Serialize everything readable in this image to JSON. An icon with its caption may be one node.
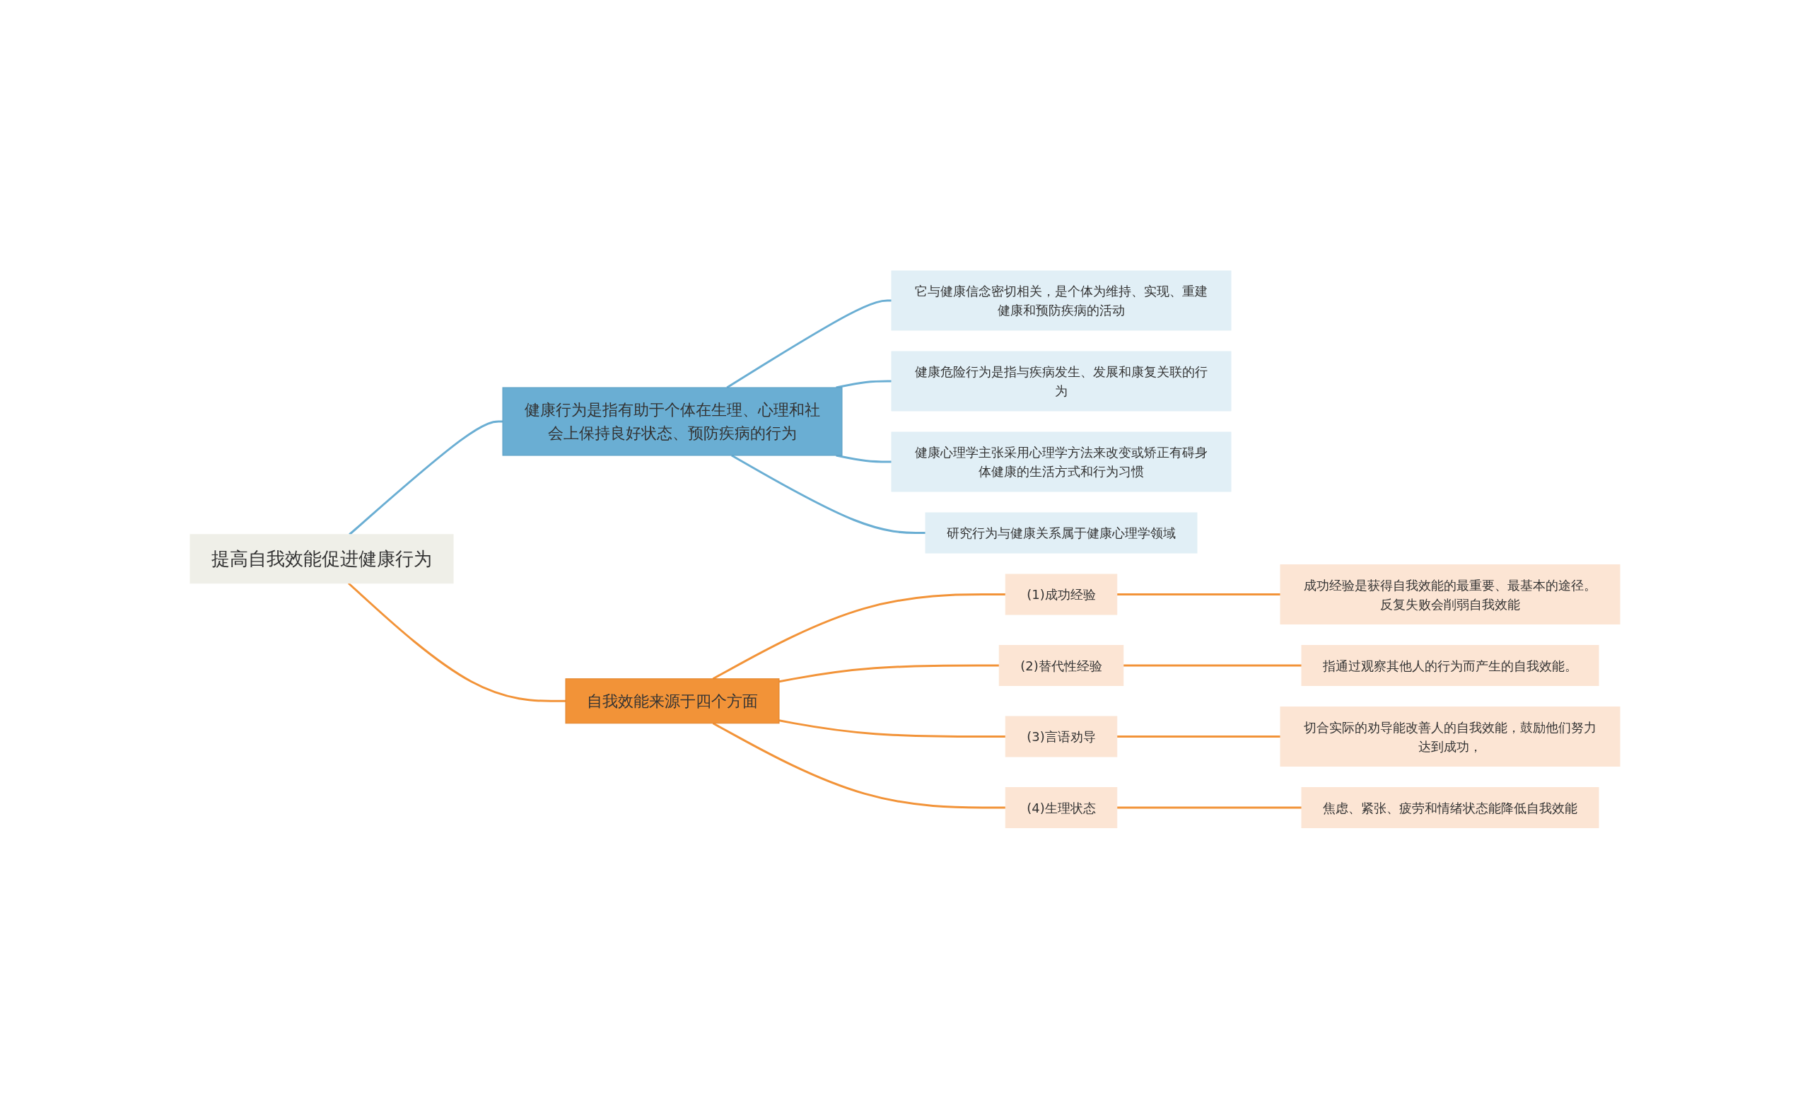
{
  "diagram": {
    "nodes": [
      {
        "text": [
          "提高自我效能促进健康行为"
        ]
      },
      {
        "text": [
          "健康行为是指有助于个体在生理、心理和社会上保持良好状态、预防疾病的行为"
        ]
      },
      {
        "text": [
          "它与健康信念密切相关，是个体为维持、实现、重建健康和预防疾病的活动"
        ]
      },
      {
        "text": [
          "健康危险行为是指与疾病发生、发展和康复关联的行为"
        ]
      },
      {
        "text": [
          "健康心理学主张采用心理学方法来改变或矫正有碍身体健康的生活方式和行为习惯"
        ]
      },
      {
        "text": [
          "研究行为与健康关系属于健康心理学领域"
        ]
      },
      {
        "text": [
          "自我效能来源于四个方面"
        ]
      },
      {
        "text": [
          "(1)成功经验"
        ]
      },
      {
        "text": [
          "成功经验是获得自我效能的最重要、最基本的途径。反复失败会削弱自我效能"
        ]
      },
      {
        "text": [
          "(2)替代性经验"
        ]
      },
      {
        "text": [
          "指通过观察其他人的行为而产生的自我效能。"
        ]
      },
      {
        "text": [
          "(3)言语劝导"
        ]
      },
      {
        "text": [
          "切合实际的劝导能改善人的自我效能，鼓励他们努力达到成功，"
        ]
      },
      {
        "text": [
          "(4)生理状态"
        ]
      },
      {
        "text": [
          "焦虑、紧张、疲劳和情绪状态能降低自我效能"
        ]
      }
    ],
    "edges": [
      {
        "from": 0,
        "to": 1,
        "arrow": "none",
        "color": "#6aaed3"
      },
      {
        "from": 1,
        "to": 2,
        "arrow": "none",
        "color": "#6aaed3"
      },
      {
        "from": 1,
        "to": 3,
        "arrow": "none",
        "color": "#6aaed3"
      },
      {
        "from": 1,
        "to": 4,
        "arrow": "none",
        "color": "#6aaed3"
      },
      {
        "from": 1,
        "to": 5,
        "arrow": "none",
        "color": "#6aaed3"
      },
      {
        "from": 0,
        "to": 6,
        "arrow": "none"
      },
      {
        "from": 6,
        "to": 7,
        "arrow": "none"
      },
      {
        "from": 6,
        "to": 9,
        "arrow": "none"
      },
      {
        "from": 6,
        "to": 11,
        "arrow": "none"
      },
      {
        "from": 6,
        "to": 13,
        "arrow": "none"
      },
      {
        "from": 7,
        "to": 8,
        "arrow": "none"
      },
      {
        "from": 9,
        "to": 10,
        "arrow": "none"
      },
      {
        "from": 11,
        "to": 12,
        "arrow": "none"
      },
      {
        "from": 13,
        "to": 14,
        "arrow": "none"
      }
    ]
  }
}
